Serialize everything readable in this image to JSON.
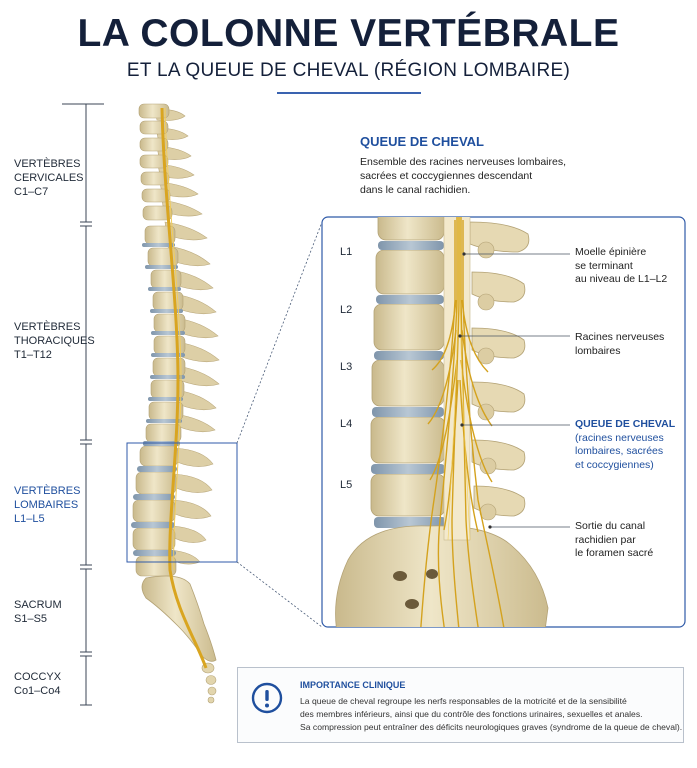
{
  "header": {
    "title": "LA COLONNE VERTÉBRALE",
    "subtitle": "ET LA QUEUE DE CHEVAL (RÉGION LOMBAIRE)"
  },
  "regions": [
    {
      "name": "VERTÈBRES",
      "name2": "CERVICALES",
      "range": "C1–C7"
    },
    {
      "name": "VERTÈBRES",
      "name2": "THORACIQUES",
      "range": "T1–T12"
    },
    {
      "name": "VERTÈBRES",
      "name2": "LOMBAIRES",
      "range": "L1–L5"
    },
    {
      "name": "SACRUM",
      "range": "S1–S5"
    },
    {
      "name": "COCCYX",
      "range": "Co1–Co4"
    }
  ],
  "detail": {
    "title": "QUEUE DE CHEVAL",
    "description_lines": [
      "Ensemble des racines nerveuses lombaires,",
      "sacrées et coccygiennes descendant",
      "dans le canal rachidien."
    ],
    "levels": [
      "L1",
      "L2",
      "L3",
      "L4",
      "L5"
    ]
  },
  "callouts": [
    {
      "lines": [
        "Moelle épinière",
        "se terminant",
        "au niveau de L1–L2"
      ]
    },
    {
      "lines": [
        "Racines nerveuses",
        "lombaires"
      ]
    },
    {
      "title": "QUEUE DE CHEVAL",
      "lines": [
        "(racines nerveuses",
        "lombaires, sacrées",
        "et coccygiennes)"
      ]
    },
    {
      "lines": [
        "Sortie du canal",
        "rachidien par",
        "le foramen sacré"
      ]
    }
  ],
  "clinical": {
    "title": "IMPORTANCE CLINIQUE",
    "lines": [
      "La queue de cheval regroupe les nerfs responsables de la motricité et de la sensibilité",
      "des membres inférieurs, ainsi que du contrôle des fonctions urinaires, sexuelles et anales.",
      "Sa compression peut entraîner des déficits neurologiques graves (syndrome de la queue de cheval)."
    ]
  },
  "colors": {
    "navy": "#14203a",
    "accent_blue": "#1f4f9e",
    "bone": "#e8dcb8",
    "bone_shadow": "#c9b98c",
    "disc": "#8fa4b8",
    "nerve": "#d9a520"
  }
}
